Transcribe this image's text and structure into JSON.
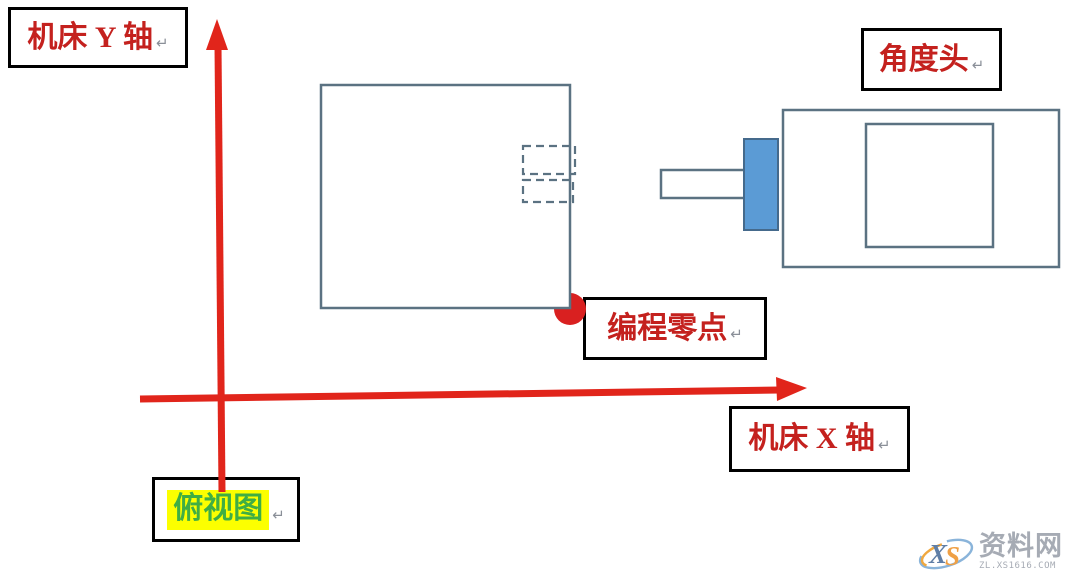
{
  "colors": {
    "text_red": "#c4211e",
    "arrow_red": "#e1251b",
    "dot_red": "#d92020",
    "shape_outline": "#5b7282",
    "blue_fill": "#5b9bd5",
    "blue_border": "#456a8c",
    "box_border": "#000000",
    "highlight_yellow": "#fcff00",
    "green_text": "#3fae44",
    "watermark_gray": "#a6abb4",
    "paragraph_mark_gray": "#8a8f98",
    "background": "#ffffff"
  },
  "labels": {
    "machine_y_axis": "机床 Y 轴",
    "angle_head": "角度头",
    "programming_zero": "编程零点",
    "machine_x_axis": "机床 X 轴",
    "top_view": "俯视图",
    "paragraph_mark": "↵"
  },
  "diagram": {
    "shape_names": [
      "machine-y-axis-arrow",
      "machine-x-axis-arrow",
      "workpiece-rect",
      "slot-dashed-rect-upper",
      "slot-dashed-rect-lower",
      "programming-zero-dot",
      "angle-head-body-rect",
      "angle-head-inner-rect",
      "spindle-flange-rect",
      "tool-shank-rect"
    ]
  },
  "watermark": {
    "logo_x": "X",
    "logo_s": "S",
    "site_name": "资料网",
    "site_url": "ZL.XS1616.COM"
  }
}
